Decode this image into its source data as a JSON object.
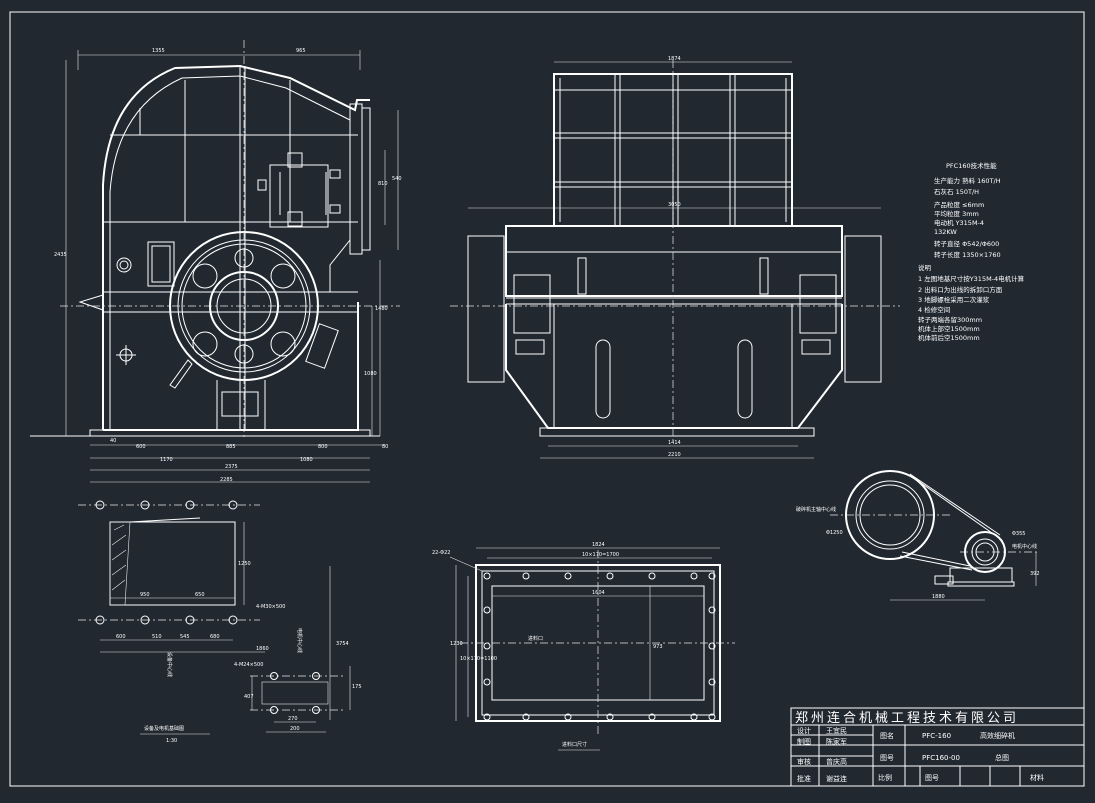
{
  "title_block": {
    "company": "郑州连合机械工程技术有限公司",
    "label_drawing_name": "图名",
    "label_drawing_no": "图号",
    "model_line": "PFC-160",
    "product_name": "高效细碎机",
    "drawing_no": "PFC160-00",
    "drawing_kind": "总图",
    "roles": [
      "设计",
      "制图",
      "审核",
      "批准"
    ],
    "names": [
      "王宜民",
      "陈家军",
      "曾庆高",
      "谢益连"
    ],
    "bottom_labels": [
      "比例",
      "图号",
      "材料"
    ]
  },
  "spec": {
    "heading": "PFC160技术性能",
    "lines": [
      "生产能力    熟料 160T/H",
      "              石灰石 150T/H",
      "产品粒度    ≤6mm",
      "平均粒度    3mm",
      "电动机  Y315M-4",
      "         132KW",
      "转子直径    Φ542/Φ600",
      "转子长度    1350×1760"
    ],
    "notes_heading": "说明",
    "notes": [
      "1 左图地基尺寸按Y315M-4电机计算",
      "2 出料口为出线的拆卸口方面",
      "3 地脚螺栓采用二次灌浆",
      "4 检修空间",
      "   转子两端各留300mm",
      "   机体上部空1500mm",
      "   机体前后空1500mm"
    ]
  },
  "labels": {
    "foundation_caption": "设备及电机基础图",
    "foundation_scale": "1:30",
    "inlet_caption": "进料口尺寸",
    "inlet_port": "进料口",
    "motor_center": "电机中心线",
    "crusher_center": "设备中心线",
    "belt_crusher": "破碎机主轴中心线",
    "belt_motor": "电机中心线",
    "bolt_spec_1": "22-Φ22",
    "bolt_spec_2": "4-M30×500",
    "bolt_spec_3": "4-M24×500"
  },
  "dims": {
    "front_top_left": "1355",
    "front_top_right": "965",
    "front_height": "2435",
    "front_h1": "810",
    "front_h2": "540",
    "front_h3": "1080",
    "front_h4": "1480",
    "front_b1": "40",
    "front_b2": "600",
    "front_b3": "885",
    "front_b4": "800",
    "front_b5": "80",
    "front_c1": "1170",
    "front_c2": "1080",
    "front_total1": "2375",
    "front_total2": "2285",
    "side_top": "1874",
    "side_mid": "3050",
    "side_b1": "1414",
    "side_b2": "2210",
    "found_d1": "950",
    "found_d2": "650",
    "found_h": "1250",
    "found_b1": "600",
    "found_b2": "510",
    "found_b3": "545",
    "found_b4": "680",
    "found_w": "1860",
    "found_side": "3754",
    "found_s1": "175",
    "found_s2": "407",
    "found_s3": "270",
    "found_s4": "200",
    "inlet_w": "1824",
    "inlet_w2": "10×170=1700",
    "inlet_w3": "1604",
    "inlet_h": "1230",
    "inlet_h2": "10×170=1100",
    "inlet_h3": "973",
    "belt_a": "Φ1250",
    "belt_b": "1880",
    "belt_c": "Φ355",
    "belt_d": "392"
  }
}
